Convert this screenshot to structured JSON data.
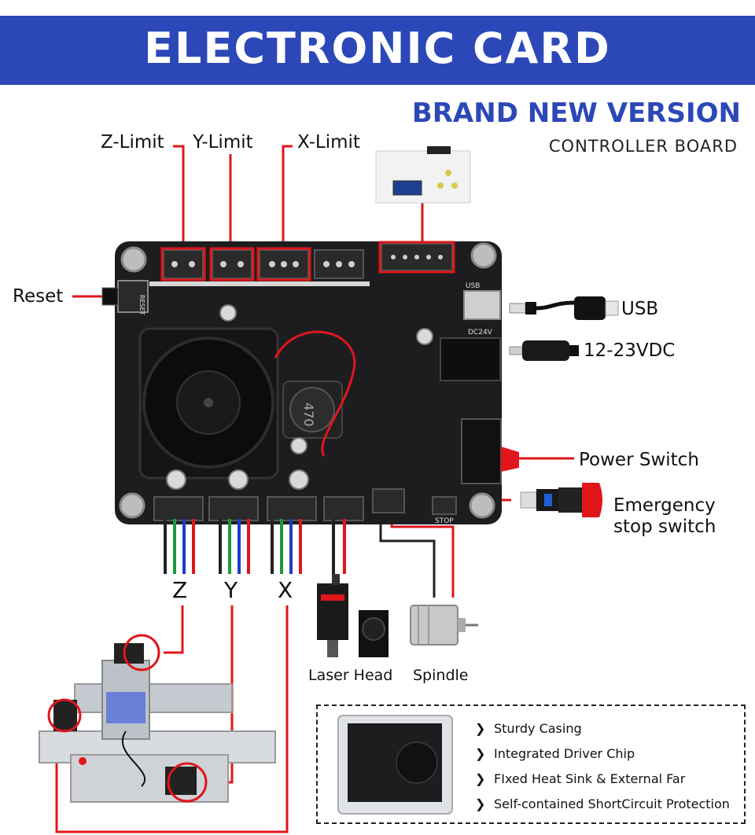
{
  "header": {
    "title": "ELECTRONIC CARD"
  },
  "brand": {
    "title": "BRAND NEW VERSION",
    "subtitle": "CONTROLLER BOARD"
  },
  "labels": {
    "z_limit": "Z-Limit",
    "y_limit": "Y-Limit",
    "x_limit": "X-Limit",
    "reset": "Reset",
    "usb": "USB",
    "power": "12-23VDC",
    "power_switch": "Power Switch",
    "emergency_line1": "Emergency",
    "emergency_line2": "stop switch",
    "axis_z": "Z",
    "axis_y": "Y",
    "axis_x": "X",
    "laser_head": "Laser Head",
    "spindle": "Spindle"
  },
  "board": {
    "inductor_text": "470",
    "reset_text": "RESET",
    "usb_text": "USB",
    "dc_text": "DC24V",
    "stop_text": "STOP"
  },
  "features": [
    "Sturdy Casing",
    "Integrated Driver Chip",
    "FIxed Heat Sink & External Far",
    "Self-contained ShortCircuit Protection"
  ],
  "colors": {
    "banner": "#2c48b8",
    "brand": "#2c48b8",
    "callout": "#e0161b"
  }
}
